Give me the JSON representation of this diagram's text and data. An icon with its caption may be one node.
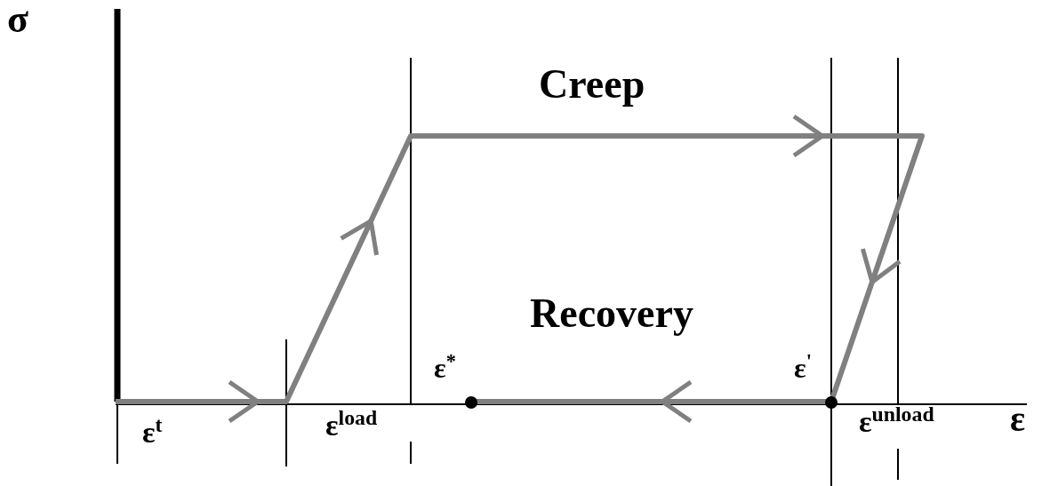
{
  "diagram": {
    "labels": [
      "σ",
      "Creep",
      "Recovery",
      "ε$^{*}$",
      "ε$^{'}$",
      "ε$^{t}$",
      "ε$^{load}$",
      "ε$^{unload}$",
      "ε"
    ]
  }
}
